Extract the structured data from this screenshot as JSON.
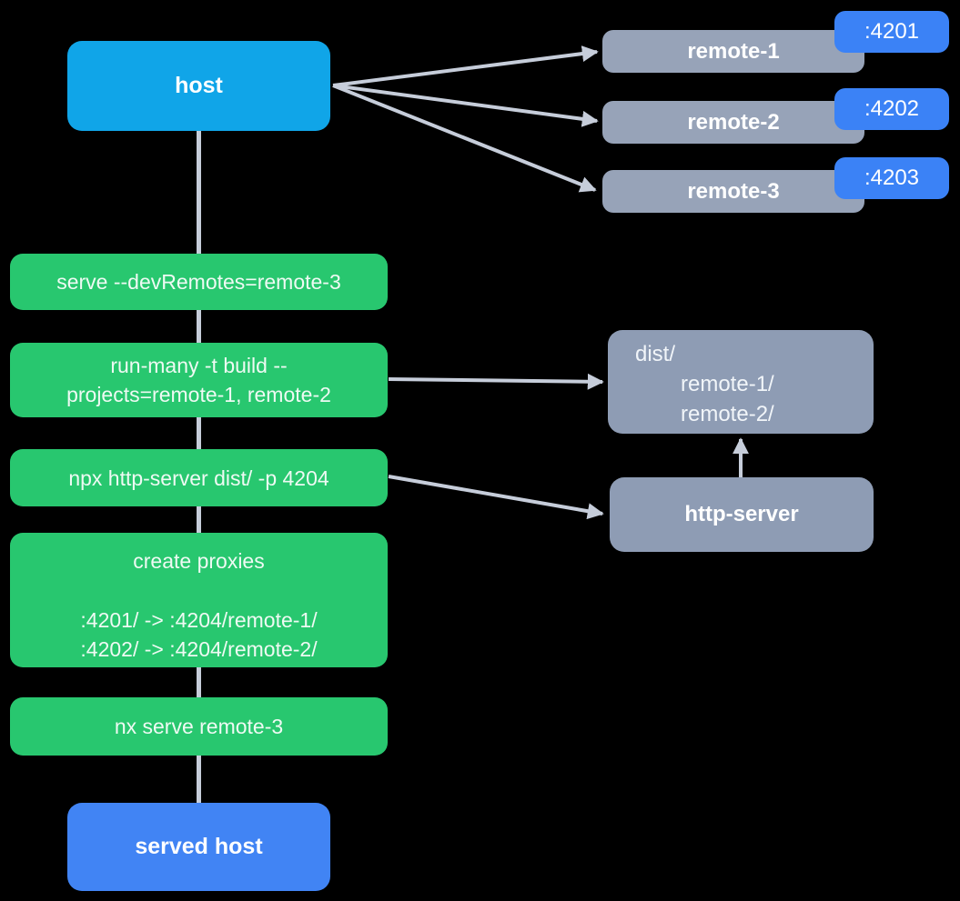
{
  "colors": {
    "background": "#000000",
    "host_cyan": "#10a5e8",
    "served_host_blue": "#4184f4",
    "port_badge_blue": "#3b82f6",
    "step_green": "#28c76f",
    "remote_gray": "#97a3b8",
    "artifact_gray": "#8e9cb4",
    "connector_gray": "#c6cdda"
  },
  "host": {
    "label": "host"
  },
  "served_host": {
    "label": "served host"
  },
  "remotes": [
    {
      "label": "remote-1",
      "port": ":4201"
    },
    {
      "label": "remote-2",
      "port": ":4202"
    },
    {
      "label": "remote-3",
      "port": ":4203"
    }
  ],
  "steps": {
    "serve": {
      "line1": "serve --devRemotes=remote-3"
    },
    "build": {
      "line1": "run-many -t build --",
      "line2": "projects=remote-1, remote-2"
    },
    "http_server_cmd": {
      "line1": "npx http-server dist/ -p 4204"
    },
    "proxies": {
      "title": "create proxies",
      "mapping1": ":4201/ -> :4204/remote-1/",
      "mapping2": ":4202/ -> :4204/remote-2/"
    },
    "serve_remote3": {
      "line1": "nx serve remote-3"
    }
  },
  "dist": {
    "line1": "dist/",
    "line2": "remote-1/",
    "line3": "remote-2/"
  },
  "http_server": {
    "label": "http-server"
  }
}
